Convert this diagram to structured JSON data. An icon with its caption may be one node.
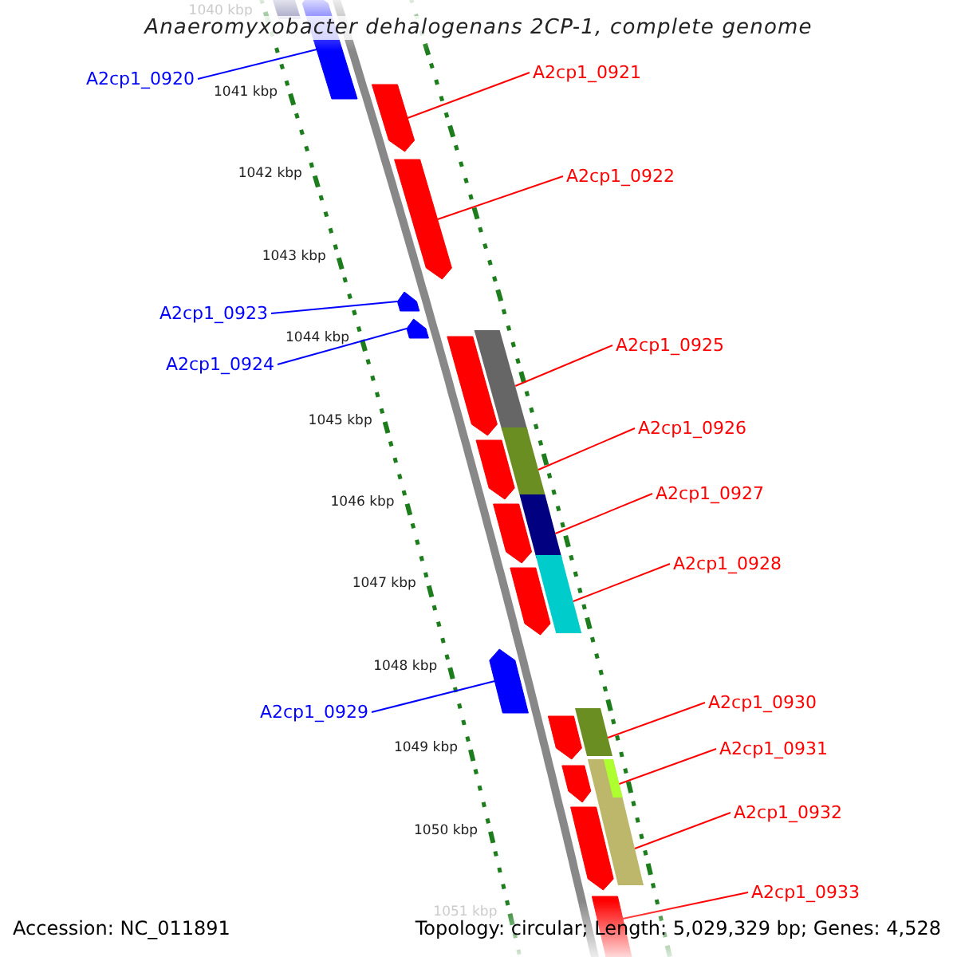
{
  "diagram": {
    "title": "Anaeromyxobacter dehalogenans 2CP-1, complete genome",
    "nodes": [
      {
        "text": [
          "A2cp1_0920"
        ]
      },
      {
        "text": [
          "A2cp1_0921"
        ]
      },
      {
        "text": [
          "A2cp1_0922"
        ]
      },
      {
        "text": [
          "A2cp1_0923"
        ]
      },
      {
        "text": [
          "A2cp1_0924"
        ]
      },
      {
        "text": [
          "A2cp1_0925"
        ]
      },
      {
        "text": [
          "A2cp1_0926"
        ]
      },
      {
        "text": [
          "A2cp1_0927"
        ]
      },
      {
        "text": [
          "A2cp1_0928"
        ]
      },
      {
        "text": [
          "A2cp1_0929"
        ]
      },
      {
        "text": [
          "A2cp1_0930"
        ]
      },
      {
        "text": [
          "A2cp1_0931"
        ]
      },
      {
        "text": [
          "A2cp1_0932"
        ]
      },
      {
        "text": [
          "A2cp1_0933"
        ]
      },
      {
        "text": [],
        "shape": "bar"
      },
      {
        "text": [],
        "shape": "bar"
      },
      {
        "text": [],
        "shape": "bar"
      },
      {
        "text": [],
        "shape": "bar"
      },
      {
        "text": [],
        "shape": "bar"
      },
      {
        "text": [],
        "shape": "bar"
      },
      {
        "text": [],
        "shape": "bar"
      },
      {
        "text": [],
        "shape": "bar"
      },
      {
        "text": [],
        "shape": "bar"
      },
      {
        "text": [],
        "shape": "bar"
      },
      {
        "text": [],
        "shape": "bar"
      },
      {
        "text": [],
        "shape": "bar"
      },
      {
        "text": [],
        "shape": "bar"
      },
      {
        "text": [],
        "shape": "bar"
      }
    ],
    "edges": [
      {
        "from": 0,
        "to": 14,
        "arrow": "none",
        "color": "#0000ff"
      },
      {
        "from": 1,
        "to": 15,
        "arrow": "none"
      },
      {
        "from": 2,
        "to": 16,
        "arrow": "none"
      },
      {
        "from": 3,
        "to": 17,
        "arrow": "none",
        "color": "#0000ff"
      },
      {
        "from": 4,
        "to": 18,
        "arrow": "none",
        "color": "#0000ff"
      },
      {
        "from": 5,
        "to": 19,
        "arrow": "none"
      },
      {
        "from": 6,
        "to": 20,
        "arrow": "none"
      },
      {
        "from": 7,
        "to": 21,
        "arrow": "none"
      },
      {
        "from": 8,
        "to": 22,
        "arrow": "none"
      },
      {
        "from": 9,
        "to": 23,
        "arrow": "none",
        "color": "#0000ff"
      },
      {
        "from": 10,
        "to": 24,
        "arrow": "none"
      },
      {
        "from": 11,
        "to": 25,
        "arrow": "none"
      },
      {
        "from": 12,
        "to": 26,
        "arrow": "none"
      },
      {
        "from": 13,
        "to": 27,
        "arrow": "none"
      }
    ],
    "labels": [
      "1040 kbp",
      "1041 kbp",
      "1042 kbp",
      "1043 kbp",
      "1044 kbp",
      "1045 kbp",
      "1046 kbp",
      "1047 kbp",
      "1048 kbp",
      "1049 kbp",
      "1050 kbp",
      "1051 kbp",
      "Accession: NC_011891",
      "Topology: circular; Length: 5,029,329 bp; Genes: 4,528"
    ]
  }
}
